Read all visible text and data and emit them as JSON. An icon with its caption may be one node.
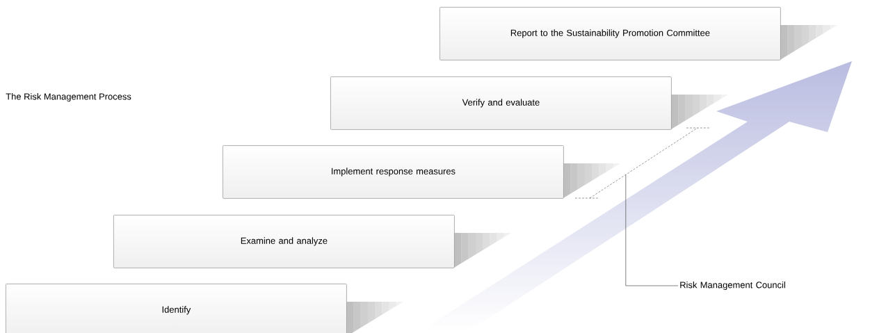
{
  "diagram": {
    "title": "The Risk Management Process",
    "nodes": [
      {
        "text": [
          "Report to the Sustainability Promotion Committee"
        ]
      },
      {
        "text": [
          "Verify and evaluate"
        ]
      },
      {
        "text": [
          "Implement response measures"
        ]
      },
      {
        "text": [
          "Examine and analyze"
        ]
      },
      {
        "text": [
          "Identify"
        ]
      },
      {
        "text": [
          "Risk Management Council"
        ]
      },
      {
        "text": [],
        "shape": "bracket"
      }
    ],
    "edges": [
      {
        "from": 5,
        "to": 6,
        "arrow": "none"
      }
    ]
  }
}
